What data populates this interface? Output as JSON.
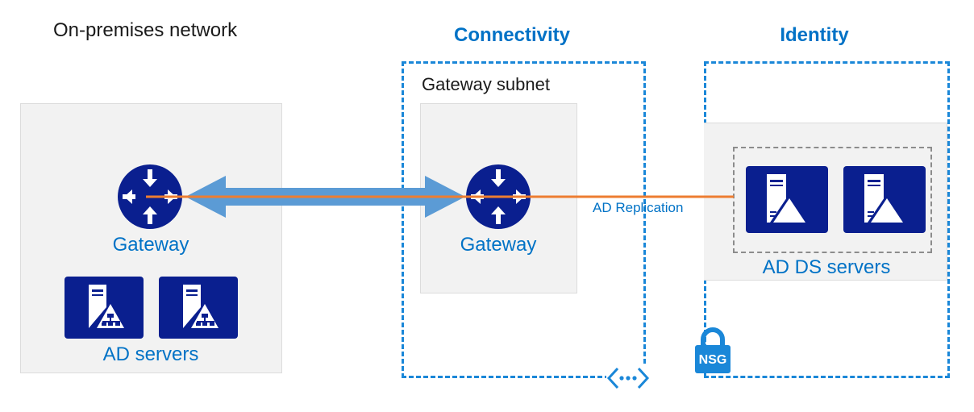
{
  "onprem": {
    "title": "On-premises network",
    "gateway_label": "Gateway",
    "servers_label": "AD servers"
  },
  "connectivity": {
    "title": "Connectivity",
    "subnet_label": "Gateway subnet",
    "gateway_label": "Gateway"
  },
  "identity": {
    "title": "Identity",
    "servers_label": "AD DS servers",
    "nsg_label": "NSG"
  },
  "links": {
    "replication_label": "AD Replication"
  },
  "colors": {
    "azure_blue": "#0072c6",
    "navy": "#0a1f8f",
    "arrow_blue": "#5b9bd5",
    "replication_orange": "#ed7d31",
    "dashed_border": "#1a87d8"
  },
  "icons": [
    "router-icon",
    "ad-server-icon",
    "ad-ds-server-icon",
    "lock-icon",
    "vnet-peering-icon"
  ]
}
